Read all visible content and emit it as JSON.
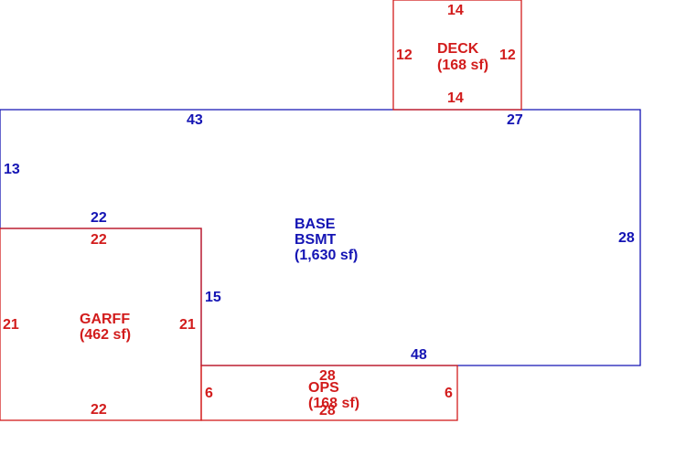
{
  "colors": {
    "living": "#1414b4",
    "other": "#d21c1c"
  },
  "areas": {
    "base": {
      "code": "BASE",
      "sub": "BSMT",
      "area": "(1,630 sf)"
    },
    "deck": {
      "code": "DECK",
      "area": "(168 sf)"
    },
    "garage": {
      "code": "GARFF",
      "area": "(462 sf)"
    },
    "porch": {
      "code": "OPS",
      "area": "(168 sf)"
    }
  },
  "dims": {
    "base_top_left": "43",
    "base_top_right": "27",
    "base_left": "13",
    "base_right": "28",
    "base_bottom": "48",
    "base_garage_top": "22",
    "base_inner_vertical": "15",
    "deck_top": "14",
    "deck_bottom": "14",
    "deck_left": "12",
    "deck_right": "12",
    "garage_top": "22",
    "garage_bottom": "22",
    "garage_left": "21",
    "garage_right": "21",
    "porch_top": "28",
    "porch_bottom": "28",
    "porch_left": "6",
    "porch_right": "6"
  }
}
